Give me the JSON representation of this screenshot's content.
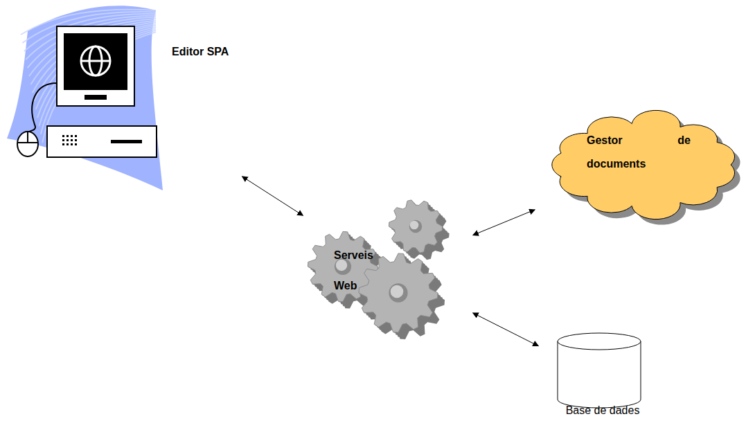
{
  "diagram": {
    "nodes": [
      {
        "text": [
          "Editor SPA"
        ]
      },
      {
        "text": [
          "Serveis Web"
        ]
      },
      {
        "text": [
          "Gestor de documents"
        ]
      },
      {
        "text": [
          "Base de dades"
        ]
      }
    ],
    "edges": [
      {
        "from": 0,
        "to": 1,
        "arrow": "both"
      },
      {
        "from": 1,
        "to": 2,
        "arrow": "both"
      },
      {
        "from": 1,
        "to": 3,
        "arrow": "both"
      }
    ]
  }
}
